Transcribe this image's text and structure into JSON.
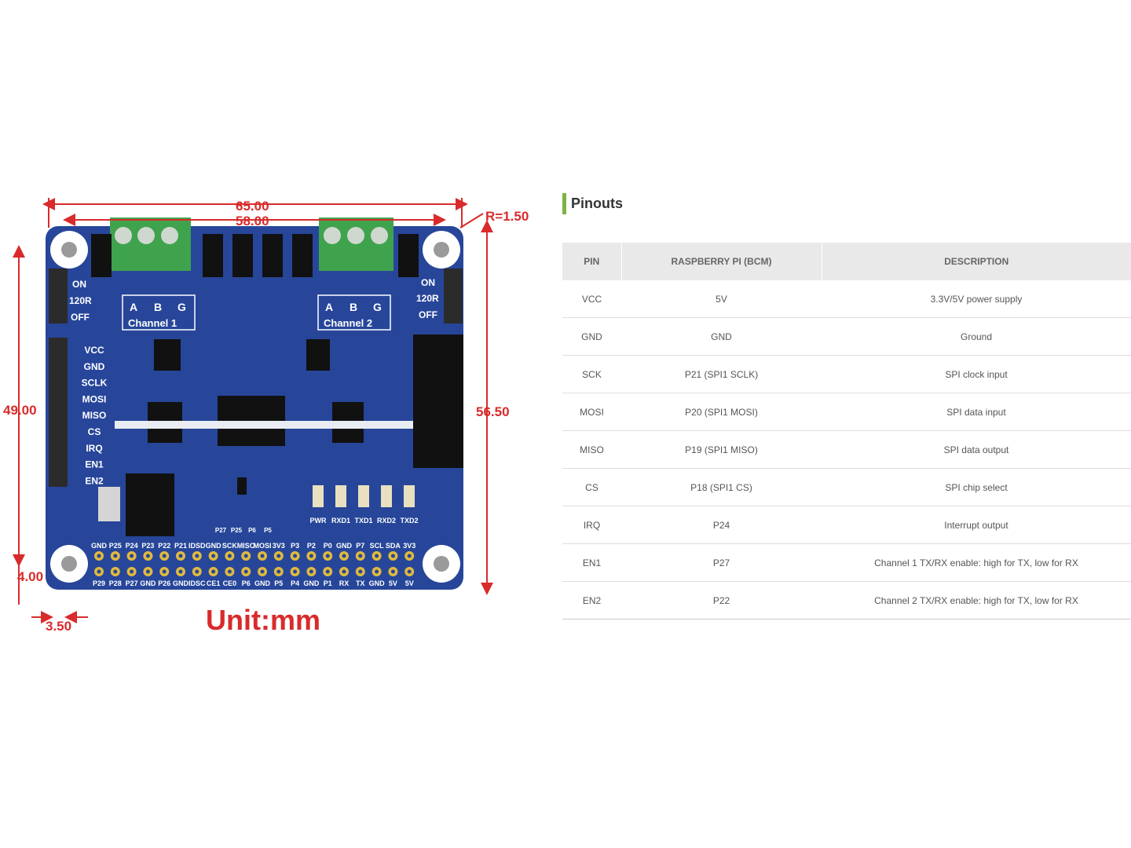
{
  "figure": {
    "dims": {
      "width_total": "65.00",
      "width_inner": "58.00",
      "corner_radius": "R=1.50",
      "height_inner": "49.00",
      "height_total": "56.50",
      "offset_bottom": "4.00",
      "offset_left": "3.50"
    },
    "unit_label": "Unit:mm",
    "board": {
      "left_switch": [
        "ON",
        "120R",
        "OFF"
      ],
      "right_switch": [
        "ON",
        "120R",
        "OFF"
      ],
      "left_pins": [
        "VCC",
        "GND",
        "SCLK",
        "MOSI",
        "MISO",
        "CS",
        "IRQ",
        "EN1",
        "EN2"
      ],
      "channels": [
        {
          "name": "Channel 1",
          "terms": [
            "A",
            "B",
            "G"
          ]
        },
        {
          "name": "Channel 2",
          "terms": [
            "A",
            "B",
            "G"
          ]
        }
      ],
      "leds": [
        "PWR",
        "RXD1",
        "TXD1",
        "RXD2",
        "TXD2"
      ],
      "test_points": [
        "P27",
        "P25",
        "P6",
        "P5"
      ],
      "header_top": [
        "GND",
        "P25",
        "P24",
        "P23",
        "P22",
        "P21",
        "IDSD",
        "GND",
        "SCK",
        "MISO",
        "MOSI",
        "3V3",
        "P3",
        "P2",
        "P0",
        "GND",
        "P7",
        "SCL",
        "SDA",
        "3V3"
      ],
      "header_bottom": [
        "P29",
        "P28",
        "P27",
        "GND",
        "P26",
        "GND",
        "IDSC",
        "CE1",
        "CE0",
        "P6",
        "GND",
        "P5",
        "P4",
        "GND",
        "P1",
        "RX",
        "TX",
        "GND",
        "5V",
        "5V"
      ]
    }
  },
  "pinouts": {
    "title": "Pinouts",
    "headers": [
      "PIN",
      "RASPBERRY PI (BCM)",
      "DESCRIPTION"
    ],
    "rows": [
      [
        "VCC",
        "5V",
        "3.3V/5V power supply"
      ],
      [
        "GND",
        "GND",
        "Ground"
      ],
      [
        "SCK",
        "P21 (SPI1 SCLK)",
        "SPI clock input"
      ],
      [
        "MOSI",
        "P20 (SPI1 MOSI)",
        "SPI data input"
      ],
      [
        "MISO",
        "P19 (SPI1 MISO)",
        "SPI data output"
      ],
      [
        "CS",
        "P18 (SPI1 CS)",
        "SPI chip select"
      ],
      [
        "IRQ",
        "P24",
        "Interrupt output"
      ],
      [
        "EN1",
        "P27",
        "Channel 1 TX/RX enable: high for TX, low for RX"
      ],
      [
        "EN2",
        "P22",
        "Channel 2 TX/RX enable: high for TX, low for RX"
      ]
    ]
  },
  "colors": {
    "board": "#27469a",
    "terminal": "#3fa34d",
    "dimension": "#d92b2b",
    "accent": "#7cb342"
  }
}
